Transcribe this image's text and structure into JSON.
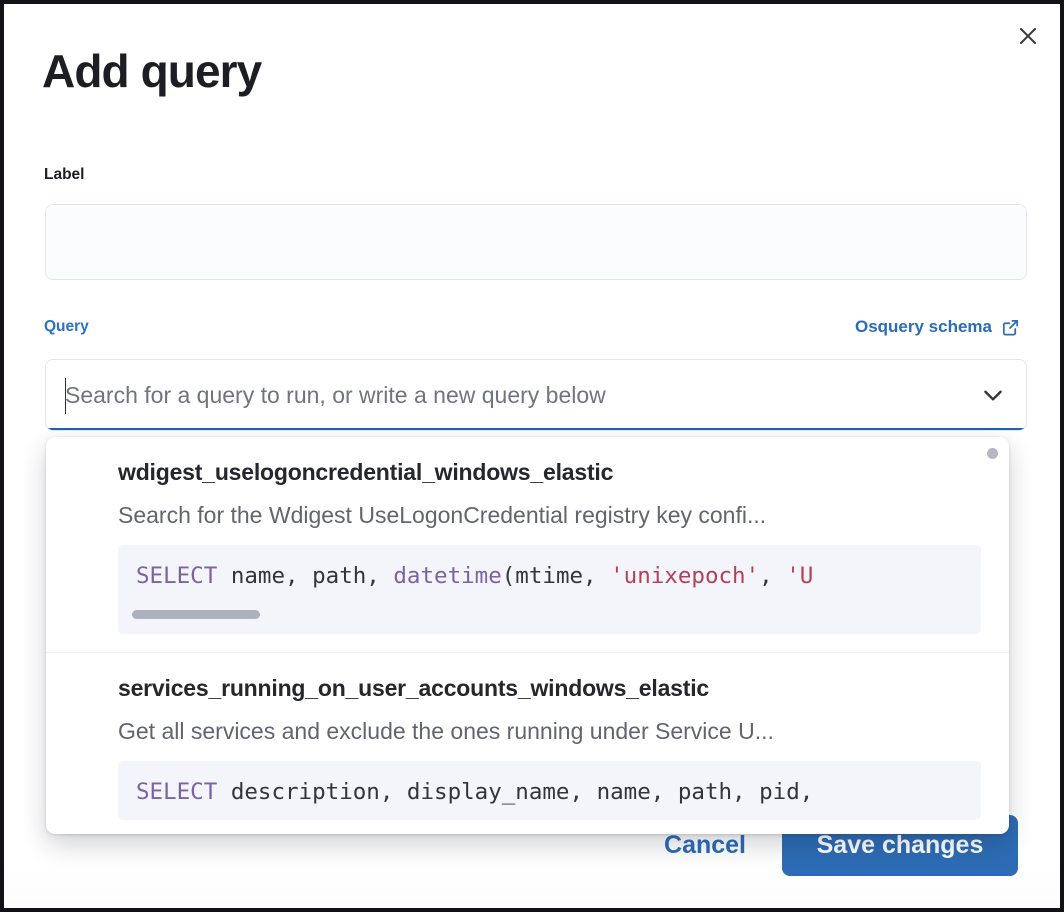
{
  "dialog": {
    "title": "Add query",
    "close_icon": "close-icon"
  },
  "form": {
    "label_field": {
      "label": "Label",
      "value": "",
      "placeholder": ""
    },
    "query_field": {
      "label": "Query",
      "value": "",
      "placeholder": "Search for a query to run, or write a new query below",
      "chevron_icon": "chevron-down-icon"
    },
    "schema_link": {
      "text": "Osquery schema",
      "icon": "external-link-icon"
    }
  },
  "suggestions": [
    {
      "name": "wdigest_uselogoncredential_windows_elastic",
      "description": "Search for the Wdigest UseLogonCredential registry key confi...",
      "code_tokens": [
        {
          "t": "SELECT",
          "c": "kw"
        },
        {
          "t": " name, path, ",
          "c": ""
        },
        {
          "t": "datetime",
          "c": "fn"
        },
        {
          "t": "(mtime, ",
          "c": ""
        },
        {
          "t": "'unixepoch'",
          "c": "str"
        },
        {
          "t": ", ",
          "c": ""
        },
        {
          "t": "'U",
          "c": "str"
        }
      ]
    },
    {
      "name": "services_running_on_user_accounts_windows_elastic",
      "description": "Get all services and exclude the ones running under Service U...",
      "code_tokens": [
        {
          "t": "SELECT",
          "c": "kw"
        },
        {
          "t": " description, display_name, name, path, pid,",
          "c": ""
        }
      ]
    }
  ],
  "footer": {
    "cancel_label": "Cancel",
    "save_label": "Save changes"
  },
  "colors": {
    "accent_blue": "#2d6cb4",
    "link_blue": "#2b6cb7",
    "focus_underline": "#1f63ad",
    "code_bg": "#f4f5fa",
    "keyword_purple": "#7b62a3",
    "string_red": "#b34156",
    "title_dark": "#1d1e24"
  }
}
